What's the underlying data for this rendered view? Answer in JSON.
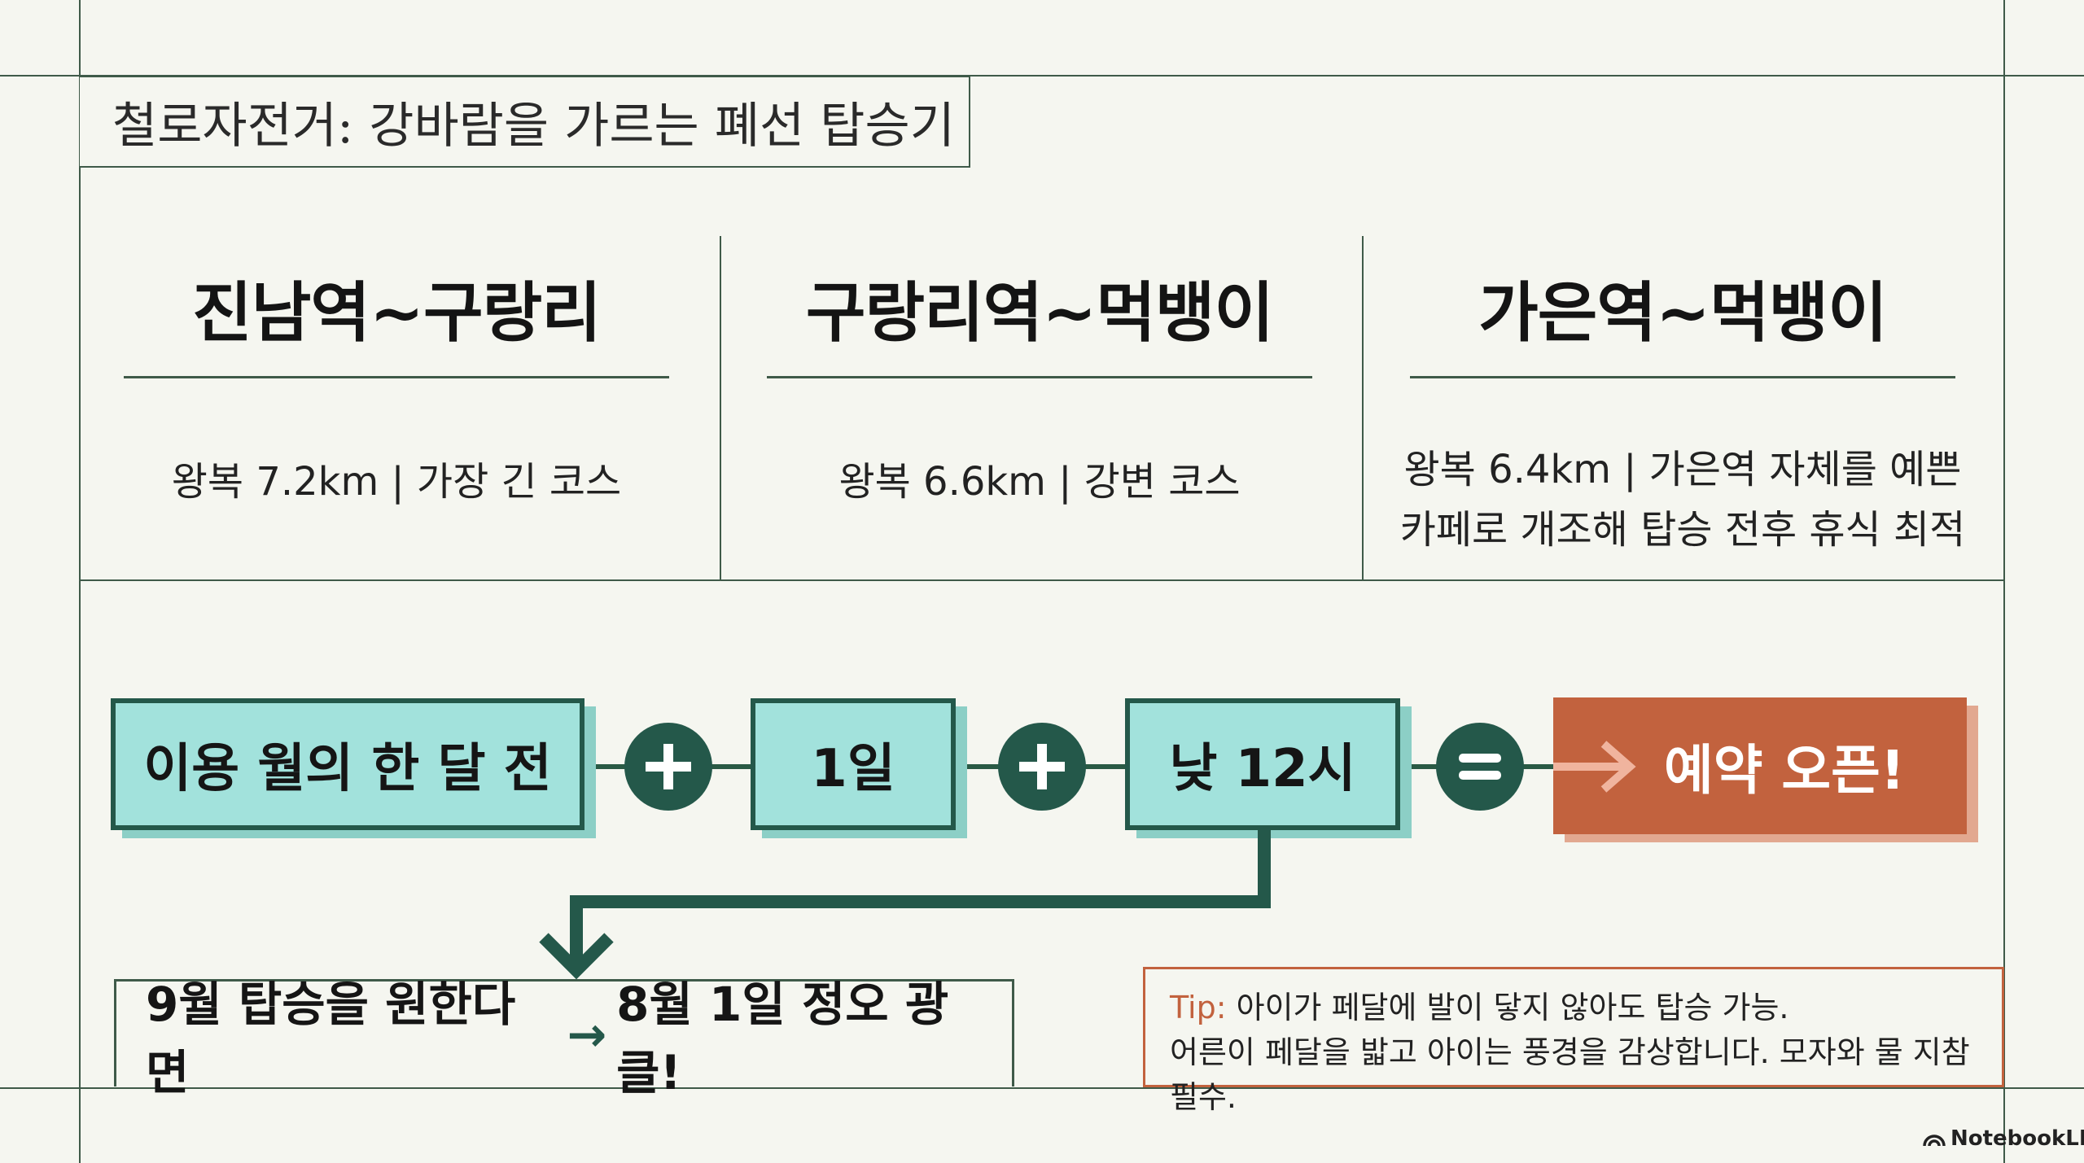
{
  "title": "철로자전거: 강바람을 가르는 폐선 탑승기",
  "courses": [
    {
      "name": "진남역~구랑리",
      "desc_line1": "왕복 7.2km | 가장 긴 코스",
      "desc_line2": ""
    },
    {
      "name": "구랑리역~먹뱅이",
      "desc_line1": "왕복 6.6km | 강변 코스",
      "desc_line2": ""
    },
    {
      "name": "가은역~먹뱅이",
      "desc_line1": "왕복 6.4km | 가은역 자체를 예쁜",
      "desc_line2": "카페로 개조해 탑승 전후 휴식 최적"
    }
  ],
  "formula": {
    "term1": "이용 월의 한 달 전",
    "term2": "1일",
    "term3": "낮 12시",
    "result": "예약 오픈!"
  },
  "example": {
    "condition": "9월 탑승을 원한다면",
    "arrow": "→",
    "action": "8월 1일 정오 광클!"
  },
  "tip": {
    "label": "Tip:",
    "line1": "아이가 페달에 발이 닿지 않아도 탑승 가능.",
    "line2": "어른이 페달을 밟고 아이는 풍경을 감상합니다. 모자와 물 지참 필수."
  },
  "watermark": "NotebookLM",
  "colors": {
    "teal_fill": "#a2e2dc",
    "teal_dark": "#24584a",
    "accent_orange": "#c2623e",
    "line_green": "#3f5a49",
    "background": "#f5f6f0"
  },
  "icons": [
    "plus-icon",
    "plus-icon",
    "equals-icon",
    "arrow-right-icon",
    "arrow-down-icon",
    "notebooklm-logo-icon"
  ]
}
